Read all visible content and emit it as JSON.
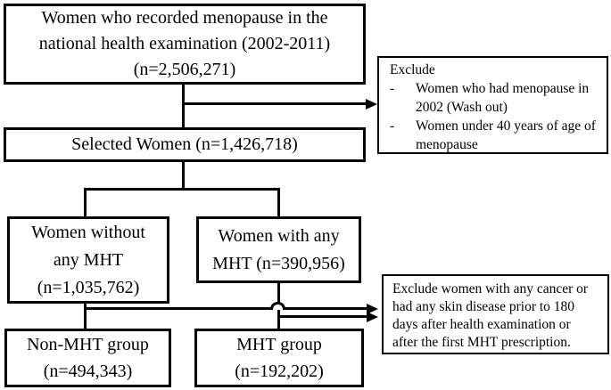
{
  "flowchart": {
    "top_box": {
      "lines": [
        "Women who recorded menopause in the",
        "national health examination (2002-2011)",
        "(n=2,506,271)"
      ]
    },
    "selected_box": {
      "text": "Selected Women (n=1,426,718)"
    },
    "no_mht_box": {
      "lines": [
        "Women without",
        "any MHT",
        "(n=1,035,762)"
      ]
    },
    "any_mht_box": {
      "lines": [
        "Women with any",
        "MHT (n=390,956)"
      ]
    },
    "non_mht_group_box": {
      "lines": [
        "Non-MHT group",
        "(n=494,343)"
      ]
    },
    "mht_group_box": {
      "lines": [
        "MHT group",
        "(n=192,202)"
      ]
    },
    "exclude_top": {
      "title": "Exclude",
      "bullets": [
        {
          "marker": "-",
          "lines": [
            "Women who had menopause in",
            "2002 (Wash out)"
          ]
        },
        {
          "marker": "-",
          "lines": [
            "Women under 40 years of age of",
            "menopause"
          ]
        }
      ]
    },
    "exclude_bottom": {
      "lines": [
        "Exclude women with any cancer or",
        "had any skin disease prior to 180",
        "days after health examination or",
        "after the first MHT prescription."
      ]
    },
    "colors": {
      "line": "#000000",
      "background": "#ffffff"
    }
  }
}
